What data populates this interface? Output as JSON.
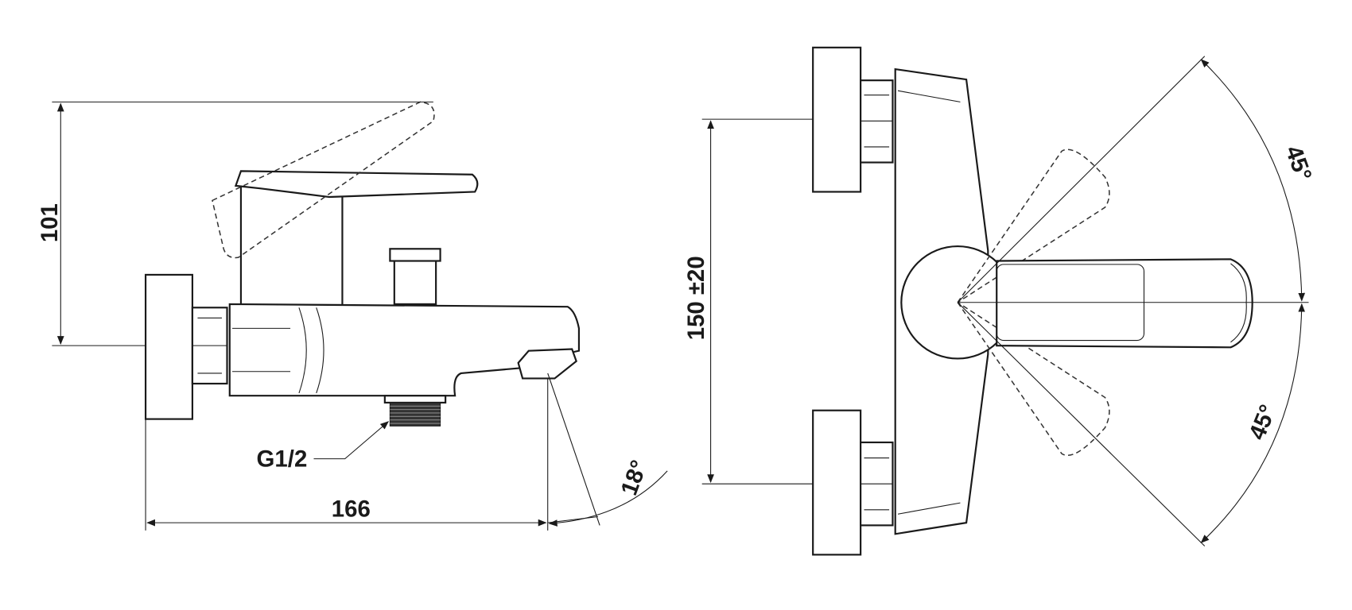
{
  "title": "Bath mixer technical drawing",
  "dimensions": {
    "height": "101",
    "length": "166",
    "spout_angle": "18°",
    "thread": "G1/2",
    "center_distance": "150 ±20",
    "lever_angle_up": "45°",
    "lever_angle_down": "45°"
  },
  "colors": {
    "line": "#1a1a1a",
    "background": "#ffffff"
  }
}
